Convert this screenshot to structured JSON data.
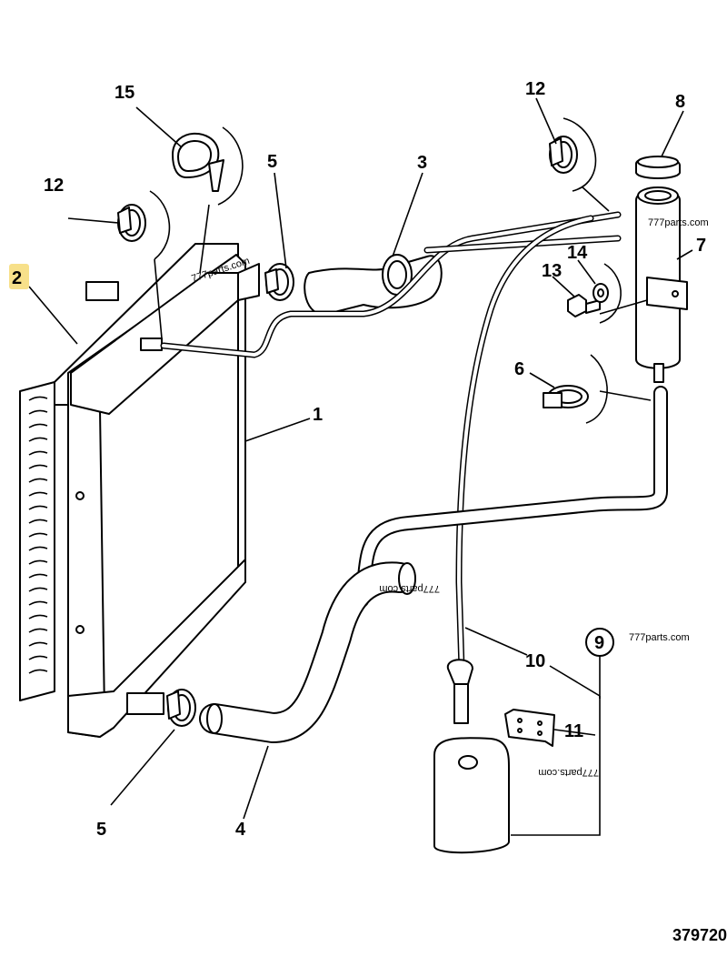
{
  "callouts": {
    "c1": "1",
    "c2": "2",
    "c3": "3",
    "c4": "4",
    "c5a": "5",
    "c5b": "5",
    "c6": "6",
    "c7": "7",
    "c8": "8",
    "c9": "9",
    "c10": "10",
    "c11": "11",
    "c12a": "12",
    "c12b": "12",
    "c13": "13",
    "c14": "14",
    "c15": "15"
  },
  "watermarks": {
    "w1": "777parts.com",
    "w2": "777parts.com",
    "w3": "777parts.com",
    "w4": "777parts.com",
    "w5": "777parts.com"
  },
  "drawing_code": "379720",
  "colors": {
    "highlight": "#f7e08a",
    "line": "#000000",
    "fill": "#ffffff"
  }
}
